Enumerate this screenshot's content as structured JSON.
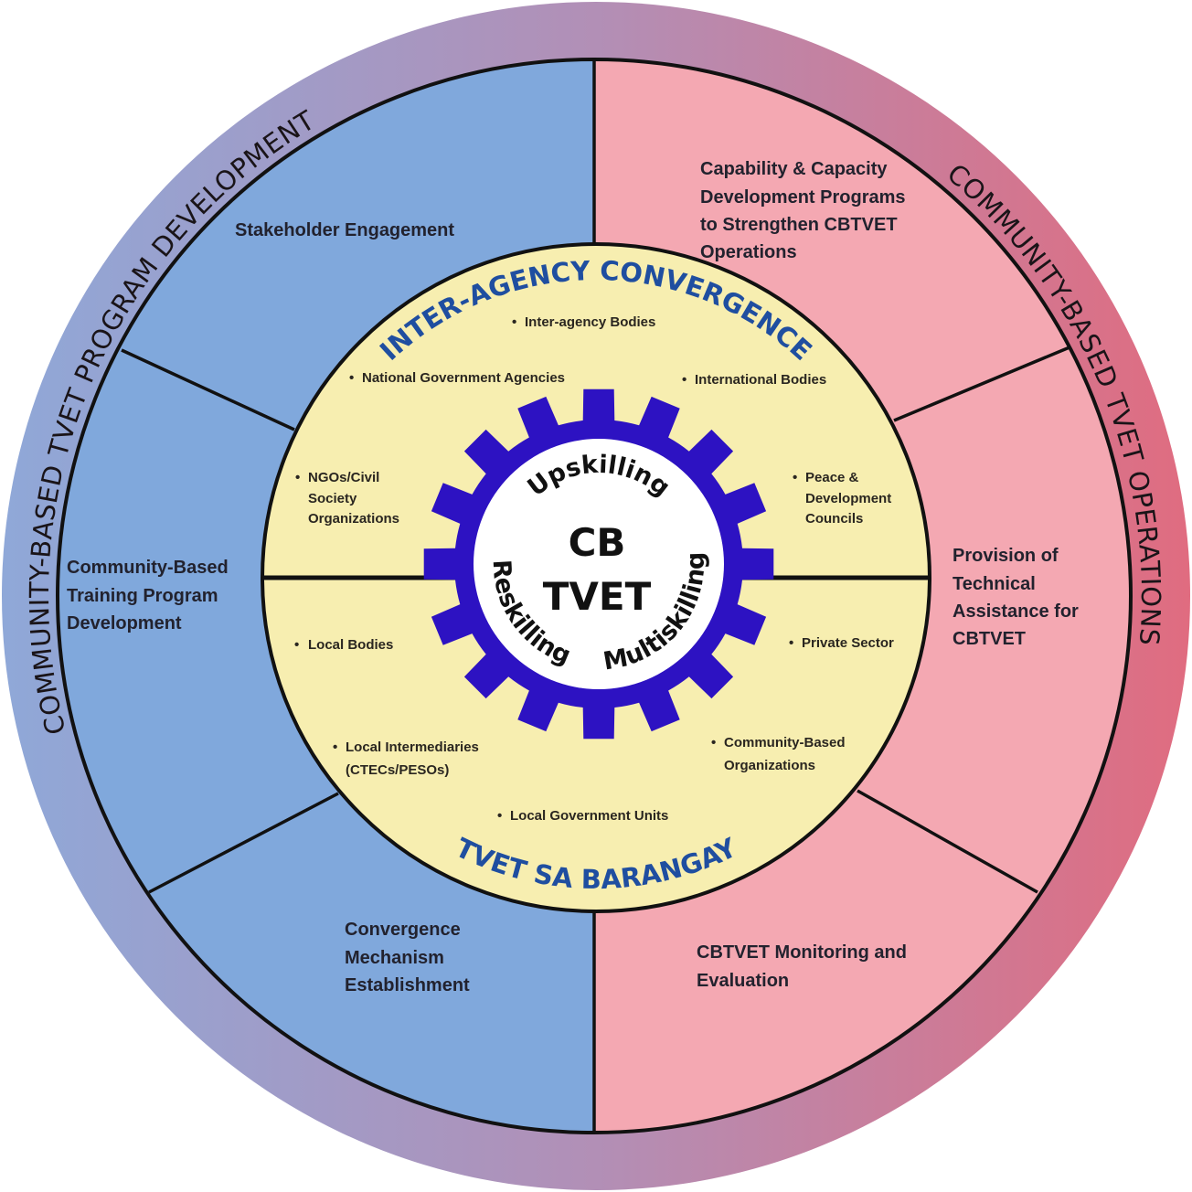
{
  "outer_ring": {
    "left_title": "COMMUNITY-BASED TVET PROGRAM DEVELOPMENT",
    "right_title": "COMMUNITY-BASED TVET OPERATIONS"
  },
  "segments": {
    "top_left": [
      "Stakeholder Engagement"
    ],
    "mid_left": [
      "Community-Based",
      "Training Program",
      "Development"
    ],
    "bottom_left": [
      "Convergence",
      "Mechanism",
      "Establishment"
    ],
    "top_right": [
      "Capability & Capacity",
      "Development Programs",
      "to Strengthen CBTVET",
      "Operations"
    ],
    "mid_right": [
      "Provision of",
      "Technical",
      "Assistance for",
      "CBTVET"
    ],
    "bottom_right": [
      "CBTVET Monitoring and",
      "Evaluation"
    ]
  },
  "inner_circle": {
    "top_title": "INTER-AGENCY CONVERGENCE",
    "bottom_title": "TVET SA BARANGAY",
    "bullet": "•",
    "items": {
      "inter_agency": [
        "Inter-agency Bodies"
      ],
      "national": [
        "National Government Agencies"
      ],
      "international": [
        "International Bodies"
      ],
      "ngos": [
        "NGOs/Civil",
        "Society",
        "Organizations"
      ],
      "peace": [
        "Peace &",
        "Development",
        "Councils"
      ],
      "local_bodies": [
        "Local Bodies"
      ],
      "private": [
        "Private Sector"
      ],
      "intermediaries": [
        "Local Intermediaries",
        "(CTECs/PESOs)"
      ],
      "cbo": [
        "Community-Based",
        "Organizations"
      ],
      "lgu": [
        "Local Government Units"
      ]
    }
  },
  "gear": {
    "top": "Upskilling",
    "left": "Reskilling",
    "right": "Multiskilling",
    "center": [
      "CB",
      "TVET"
    ]
  },
  "colors": {
    "ring_left": "#8fa8d8",
    "ring_mid": "#b28fb6",
    "ring_right": "#e06c80",
    "blue_half": "#80a8dc",
    "pink_half": "#f4a8b2",
    "yellow": "#f7eeb0",
    "gear": "#2d12c2",
    "arc_text": "#1f4ea0"
  }
}
